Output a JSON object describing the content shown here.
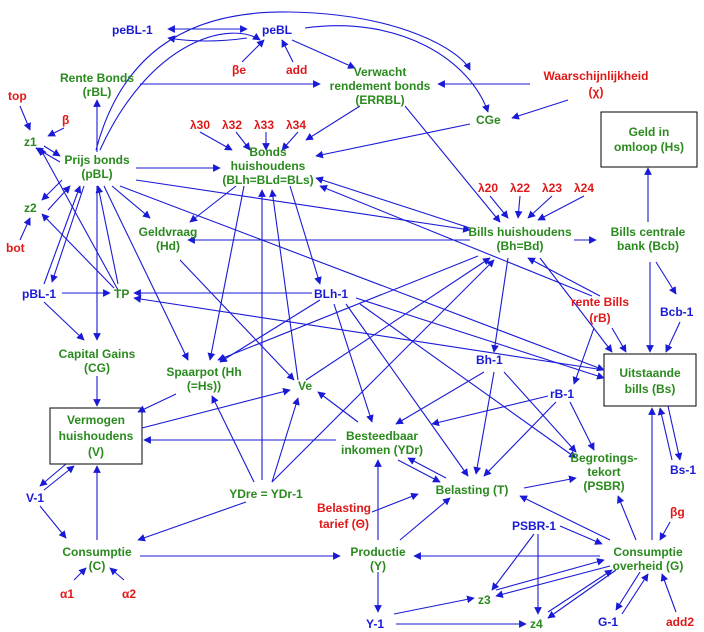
{
  "nodes": {
    "peBL1": "peBL-1",
    "peBL": "peBL",
    "betae": "βe",
    "add": "add",
    "rente_l1": "Rente Bonds",
    "rente_l2": "(rBL)",
    "verwacht_l1": "Verwacht",
    "verwacht_l2": "rendement bonds",
    "verwacht_l3": "(ERRBL)",
    "waarsch_l1": "Waarschijnlijkheid",
    "waarsch_l2": "(χ)",
    "top": "top",
    "beta": "β",
    "z1": "z1",
    "lam30": "λ30",
    "lam32": "λ32",
    "lam33": "λ33",
    "lam34": "λ34",
    "cge": "CGe",
    "geld_l1": "Geld in",
    "geld_l2": "omloop (Hs)",
    "prijs_l1": "Prijs bonds",
    "prijs_l2": "(pBL)",
    "bondsh_l1": "Bonds",
    "bondsh_l2": "huishoudens",
    "bondsh_l3": "(BLh=BLd=BLs)",
    "z2": "z2",
    "lam20": "λ20",
    "lam22": "λ22",
    "lam23": "λ23",
    "lam24": "λ24",
    "bot": "bot",
    "geldv_l1": "Geldvraag",
    "geldv_l2": "(Hd)",
    "bills_l1": "Bills huishoudens",
    "bills_l2": "(Bh=Bd)",
    "billsc_l1": "Bills centrale",
    "billsc_l2": "bank (Bcb)",
    "pbl1": "pBL-1",
    "tp": "TP",
    "blh1": "BLh-1",
    "renteb_l1": "rente Bills",
    "renteb_l2": "(rB)",
    "bcb1": "Bcb-1",
    "cg_l1": "Capital Gains",
    "cg_l2": "(CG)",
    "spaar_l1": "Spaarpot (Hh",
    "spaar_l2": "(=Hs))",
    "bh1": "Bh-1",
    "uits_l1": "Uitstaande",
    "uits_l2": "bills (Bs)",
    "ve": "Ve",
    "rb1": "rB-1",
    "verm_l1": "Vermogen",
    "verm_l2": "huishoudens",
    "verm_l3": "(V)",
    "best_l1": "Besteedbaar",
    "best_l2": "inkomen (YDr)",
    "begr_l1": "Begrotings-",
    "begr_l2": "tekort",
    "begr_l3": "(PSBR)",
    "bs1": "Bs-1",
    "v1": "V-1",
    "ydre": "YDre = YDr-1",
    "belasting": "Belasting (T)",
    "beltar_l1": "Belasting",
    "beltar_l2": "tarief (Θ)",
    "betag": "βg",
    "psbr1": "PSBR-1",
    "cons_l1": "Consumptie",
    "cons_l2": "(C)",
    "prod_l1": "Productie",
    "prod_l2": "(Y)",
    "consov_l1": "Consumptie",
    "consov_l2": "overheid (G)",
    "alpha1": "α1",
    "alpha2": "α2",
    "z3": "z3",
    "y1": "Y-1",
    "z4": "z4",
    "g1": "G-1",
    "add2": "add2"
  },
  "colors": {
    "endogenous": "#2a8a1e",
    "lagged": "#1a1ad6",
    "parameter": "#e01818",
    "arrow": "#1a1ad6"
  }
}
